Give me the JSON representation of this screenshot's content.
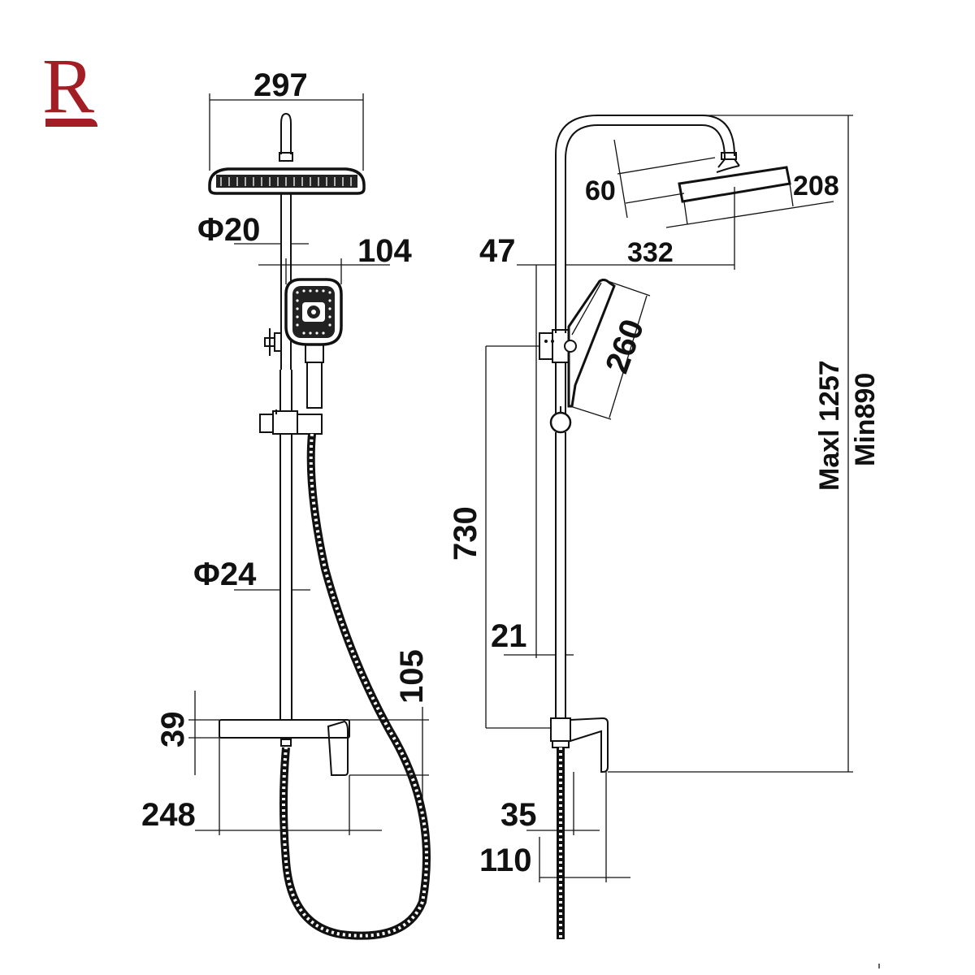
{
  "brand": {
    "letter": "R",
    "color": "#a31d24"
  },
  "front_view": {
    "width_head": "297",
    "pipe_upper_diameter": "Φ20",
    "handshower_width": "104",
    "pipe_lower_diameter": "Φ24",
    "spout_height": "105",
    "mixer_height": "39",
    "mixer_width": "248"
  },
  "side_view": {
    "head_thickness": "60",
    "head_depth": "208",
    "arm_reach": "332",
    "wall_offset": "47",
    "handshower_length": "260",
    "rail_length": "730",
    "pipe_lower": "21",
    "bottom_pipe": "35",
    "mixer_depth": "110",
    "height_max": "Maxl 1257",
    "height_min": "Min890"
  }
}
